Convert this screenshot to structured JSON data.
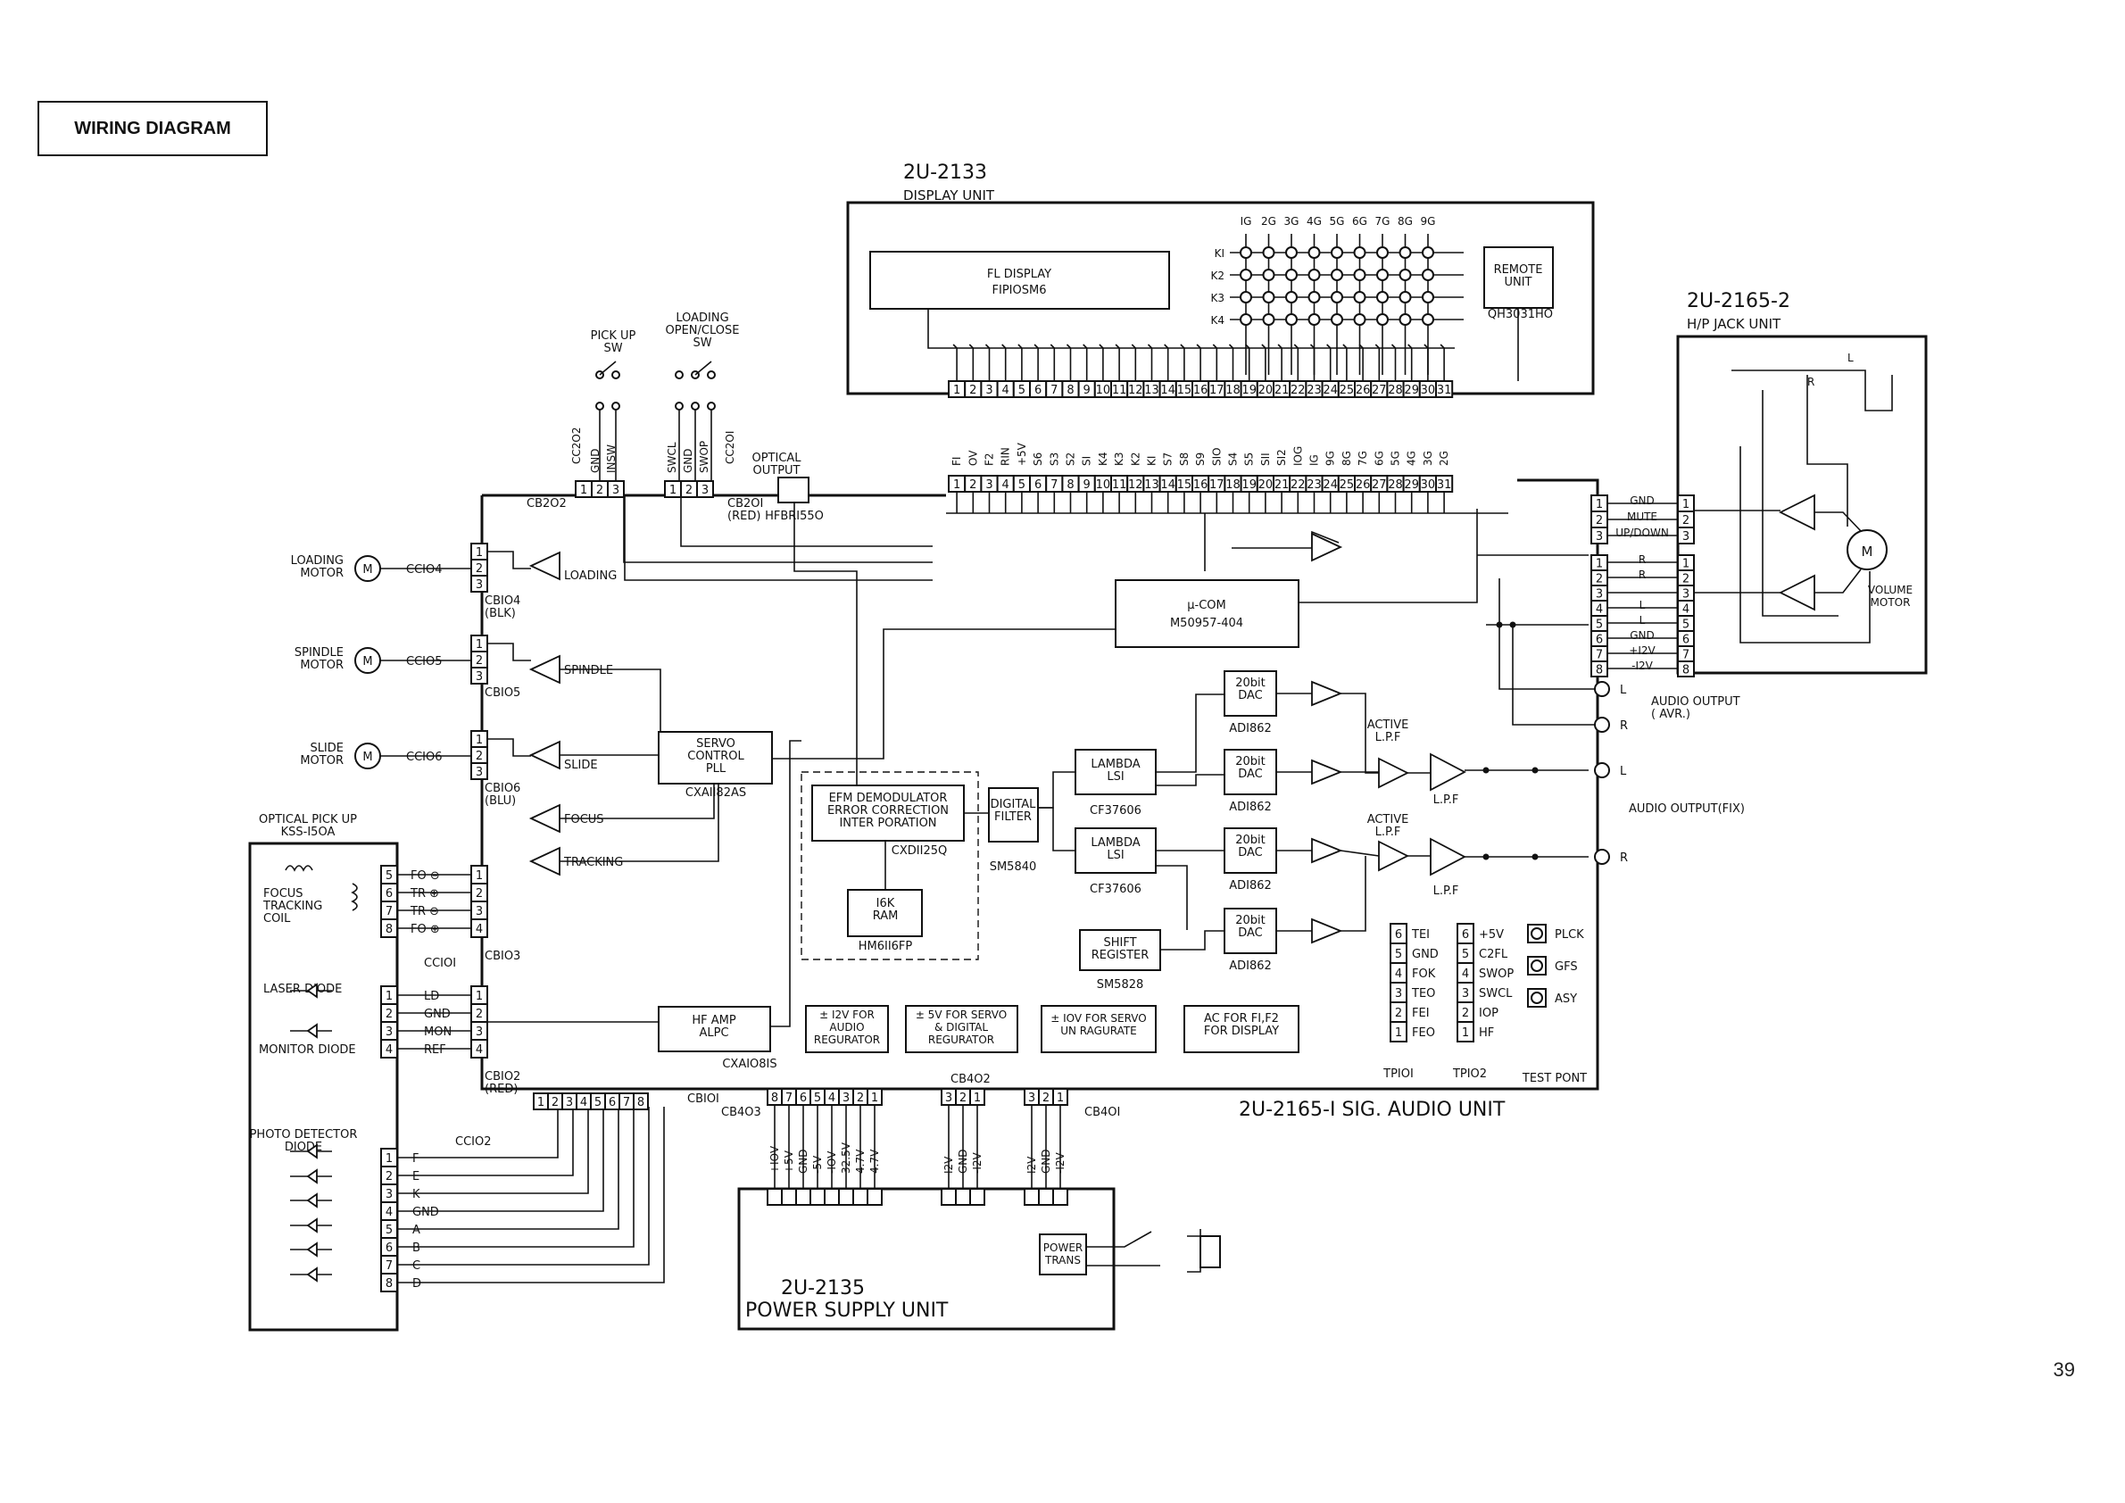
{
  "title": "WIRING DIAGRAM",
  "page_number": "39",
  "display_unit": {
    "code": "2U-2133",
    "name": "DISPLAY UNIT",
    "fl_display": "FL DISPLAY",
    "fl_display_part": "FIPIOSM6",
    "remote_unit": "REMOTE\nUNIT",
    "remote_part": "QH3031HO",
    "grid_cols": [
      "IG",
      "2G",
      "3G",
      "4G",
      "5G",
      "6G",
      "7G",
      "8G",
      "9G"
    ],
    "grid_rows": [
      "KI",
      "K2",
      "K3",
      "K4"
    ],
    "connector_pins": [
      "1",
      "2",
      "3",
      "4",
      "5",
      "6",
      "7",
      "8",
      "9",
      "10",
      "11",
      "12",
      "13",
      "14",
      "15",
      "16",
      "17",
      "18",
      "19",
      "20",
      "21",
      "22",
      "23",
      "24",
      "25",
      "26",
      "27",
      "28",
      "29",
      "30",
      "31"
    ],
    "signal_names": [
      "FI",
      "OV",
      "F2",
      "RIN",
      "+5V",
      "S6",
      "S3",
      "S2",
      "SI",
      "K4",
      "K3",
      "K2",
      "KI",
      "S7",
      "S8",
      "S9",
      "SIO",
      "S4",
      "S5",
      "SII",
      "SI2",
      "IOG",
      "IG",
      "9G",
      "8G",
      "7G",
      "6G",
      "5G",
      "4G",
      "3G",
      "2G"
    ]
  },
  "hp_jack_unit": {
    "code": "2U-2165-2",
    "name": "H/P JACK UNIT",
    "volume_motor": "VOLUME\nMOTOR",
    "conn1_labels": [
      "GND",
      "MUTE",
      "UP/DOWN"
    ],
    "conn2_labels": [
      "R",
      "R",
      "",
      "L",
      "L",
      "GND",
      "+I2V",
      "-I2V"
    ]
  },
  "sig_audio_unit": {
    "name": "2U-2165-I  SIG. AUDIO UNIT",
    "mcom": "µ-COM",
    "mcom_part": "M50957-404",
    "servo": "SERVO\nCONTROL\nPLL",
    "servo_part": "CXAII82AS",
    "efm": "EFM DEMODULATOR\nERROR CORRECTION\nINTER PORATION",
    "efm_part": "CXDII25Q",
    "ram": "I6K\nRAM",
    "ram_part": "HM6II6FP",
    "digital_filter": "DIGITAL\nFILTER",
    "digital_filter_part": "SM5840",
    "lambda": "LAMBDA\nLSI",
    "lambda_part": "CF37606",
    "shift_register": "SHIFT\nREGISTER",
    "shift_register_part": "SM5828",
    "dac": "20bit\nDAC",
    "dac_part": "ADI862",
    "hf_amp": "HF AMP\nALPC",
    "hf_amp_part": "CXAIO8IS",
    "active_lpf": "ACTIVE\nL.P.F",
    "lpf": "L.P.F",
    "optical_output": "OPTICAL\nOUTPUT",
    "optical_part": "HFBRI55O",
    "reg_audio": "± I2V FOR\nAUDIO\nREGURATOR",
    "reg_servo": "± 5V FOR SERVO\n& DIGITAL\nREGURATOR",
    "reg_10v": "± IOV FOR SERVO\nUN RAGURATE",
    "ac_fl": "AC FOR FI,F2\nFOR DISPLAY",
    "audio_output_avr": "AUDIO OUTPUT\n( AVR.)",
    "audio_output_fix": "AUDIO OUTPUT(FIX)",
    "test_point": "TEST PONT",
    "tp101_label": "TPIOI",
    "tp102_label": "TPIO2",
    "tp101": [
      "TEI",
      "GND",
      "FOK",
      "TEO",
      "FEI",
      "FEO"
    ],
    "tp102": [
      "+5V",
      "C2FL",
      "SWOP",
      "SWCL",
      "IOP",
      "HF"
    ],
    "tp_pins": [
      "6",
      "5",
      "4",
      "3",
      "2",
      "1"
    ],
    "test_flags": [
      "PLCK",
      "GFS",
      "ASY"
    ],
    "loading": "LOADING",
    "spindle": "SPINDLE",
    "slide": "SLIDE",
    "focus": "FOCUS",
    "tracking": "TRACKING"
  },
  "motors": [
    {
      "name": "LOADING\nMOTOR",
      "conn": "CCIO4",
      "cb": "CBIO4\n(BLK)"
    },
    {
      "name": "SPINDLE\nMOTOR",
      "conn": "CCIO5",
      "cb": "CBIO5"
    },
    {
      "name": "SLIDE\nMOTOR",
      "conn": "CCIO6",
      "cb": "CBIO6\n(BLU)"
    }
  ],
  "pickup": {
    "title": "OPTICAL PICK UP\nKSS-I5OA",
    "coil": "FOCUS\nTRACKING\nCOIL",
    "coil_pins": [
      "5",
      "6",
      "7",
      "8"
    ],
    "coil_signals": [
      "FO ⊖",
      "TR ⊕",
      "TR ⊖",
      "FO ⊕"
    ],
    "cb103_pins": [
      "1",
      "2",
      "3",
      "4"
    ],
    "cb103": "CBIO3",
    "cc101": "CCIOI",
    "laser": "LASER DIODE",
    "monitor": "MONITOR DIODE",
    "ld_signals": [
      "LD",
      "GND",
      "MON",
      "REF"
    ],
    "ld_pins": [
      "1",
      "2",
      "3",
      "4"
    ],
    "cb102": "CBIO2\n(RED)",
    "photo": "PHOTO DETECTOR\nDIODE",
    "cc102": "CCIO2",
    "photo_signals": [
      "F",
      "E",
      "K",
      "GND",
      "A",
      "B",
      "C",
      "D"
    ],
    "photo_pins": [
      "1",
      "2",
      "3",
      "4",
      "5",
      "6",
      "7",
      "8"
    ]
  },
  "switches": {
    "pickup_sw": "PICK UP\nSW",
    "loading_sw": "LOADING\nOPEN/CLOSE\nSW",
    "cc202": "CC2O2",
    "cc202_sigs": [
      "GND",
      "INSW"
    ],
    "cc201": "CC2OI",
    "cc201_sigs": [
      "SWCL",
      "GND",
      "SWOP"
    ],
    "cb202": "CB2O2",
    "cb201": "CB2OI\n(RED)"
  },
  "power_unit": {
    "code": "2U-2135",
    "name": "POWER SUPPLY UNIT",
    "trans": "POWER\nTRANS",
    "cb403": "CB4O3",
    "cb402": "CB4O2",
    "cb401": "CB4OI",
    "cb101": "CBIOI",
    "cb403_pins": [
      "8",
      "7",
      "6",
      "5",
      "4",
      "3",
      "2",
      "1"
    ],
    "cb403_sigs": [
      "+IOV",
      "+5V",
      "GND",
      "-5V",
      "-IOV",
      "32.5V",
      "4.7V",
      "4.7V"
    ],
    "cb402_pins": [
      "3",
      "2",
      "1"
    ],
    "cb402_sigs": [
      "I2V",
      "GND",
      "-I2V"
    ],
    "cb401_pins": [
      "3",
      "2",
      "1"
    ],
    "cb401_sigs": [
      "I2V",
      "GND",
      "-I2V"
    ],
    "cb101_pins": [
      "1",
      "2",
      "3",
      "4",
      "5",
      "6",
      "7",
      "8"
    ]
  }
}
